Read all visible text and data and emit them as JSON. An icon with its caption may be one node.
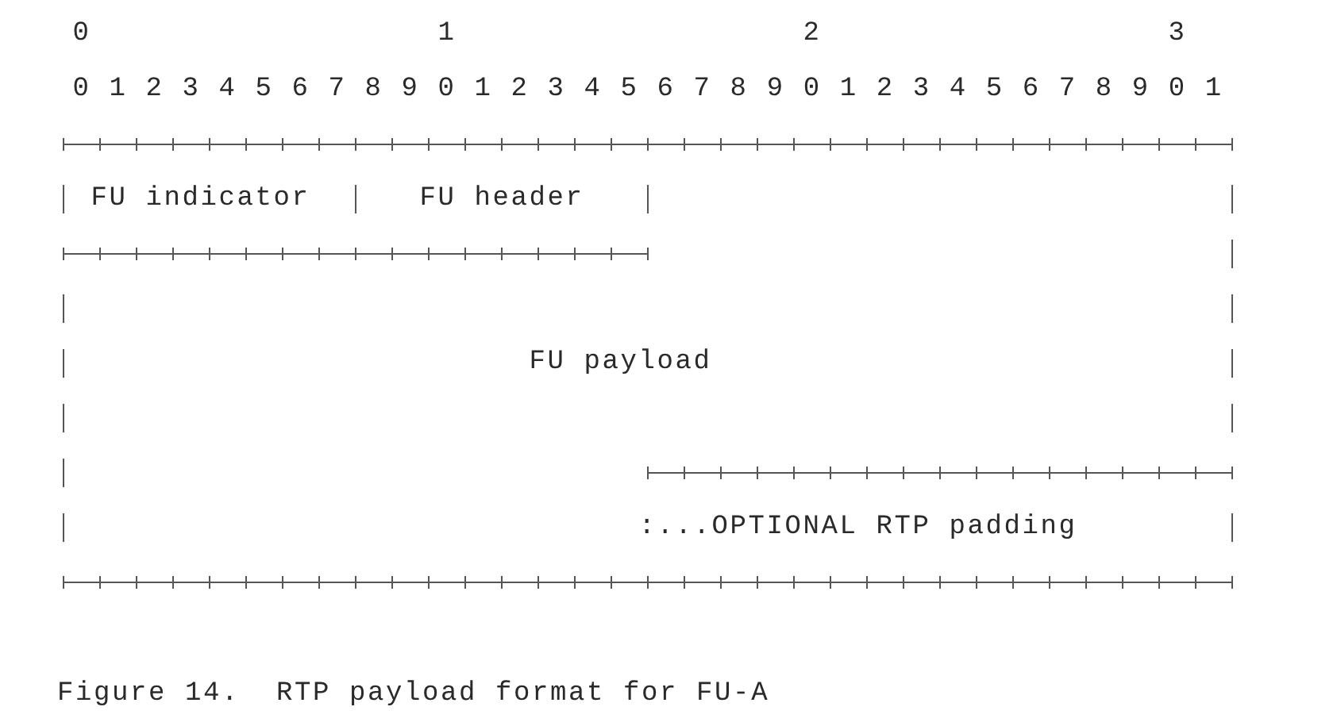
{
  "diagram": {
    "caption": "Figure 14.  RTP payload format for FU-A",
    "nodes": [
      {
        "text": [
          "FU indicator"
        ]
      },
      {
        "text": [
          "FU header"
        ]
      },
      {
        "text": [
          "FU payload"
        ]
      },
      {
        "text": [
          ":...OPTIONAL RTP padding"
        ]
      }
    ],
    "labels": [
      "0",
      "1",
      "2",
      "3",
      "0 1 2 3 4 5 6 7 8 9 0 1 2 3 4 5 6 7 8 9 0 1 2 3 4 5 6 7 8 9 0 1"
    ]
  }
}
